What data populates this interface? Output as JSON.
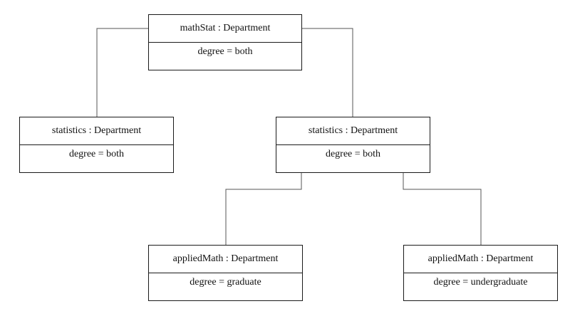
{
  "objects": {
    "mathStat": {
      "name": "mathStat : Department",
      "attribute": "degree = both"
    },
    "statistics_left": {
      "name": "statistics : Department",
      "attribute": "degree = both"
    },
    "statistics_right": {
      "name": "statistics : Department",
      "attribute": "degree = both"
    },
    "appliedMath_graduate": {
      "name": "appliedMath : Department",
      "attribute": "degree = graduate"
    },
    "appliedMath_undergraduate": {
      "name": "appliedMath : Department",
      "attribute": "degree = undergraduate"
    }
  },
  "links": [
    {
      "from": "mathStat",
      "to": "statistics_left"
    },
    {
      "from": "mathStat",
      "to": "statistics_right"
    },
    {
      "from": "statistics_right",
      "to": "appliedMath_graduate"
    },
    {
      "from": "statistics_right",
      "to": "appliedMath_undergraduate"
    }
  ]
}
